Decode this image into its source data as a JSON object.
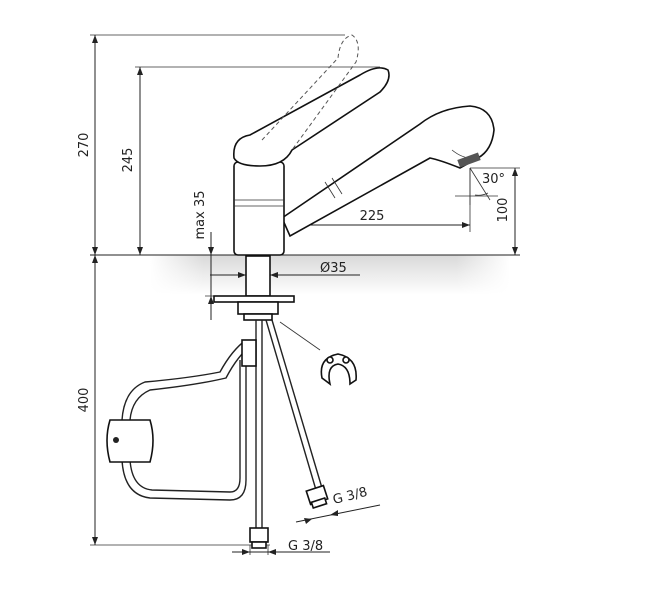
{
  "dimensions": {
    "overall_height": "270",
    "lever_height": "245",
    "max_thickness": "max 35",
    "spout_reach": "225",
    "spout_height": "100",
    "spray_angle": "30°",
    "hole_diameter": "Ø35",
    "hose_length": "400",
    "thread_hose_1": "G 3/8",
    "thread_hose_2": "G 3/8"
  }
}
